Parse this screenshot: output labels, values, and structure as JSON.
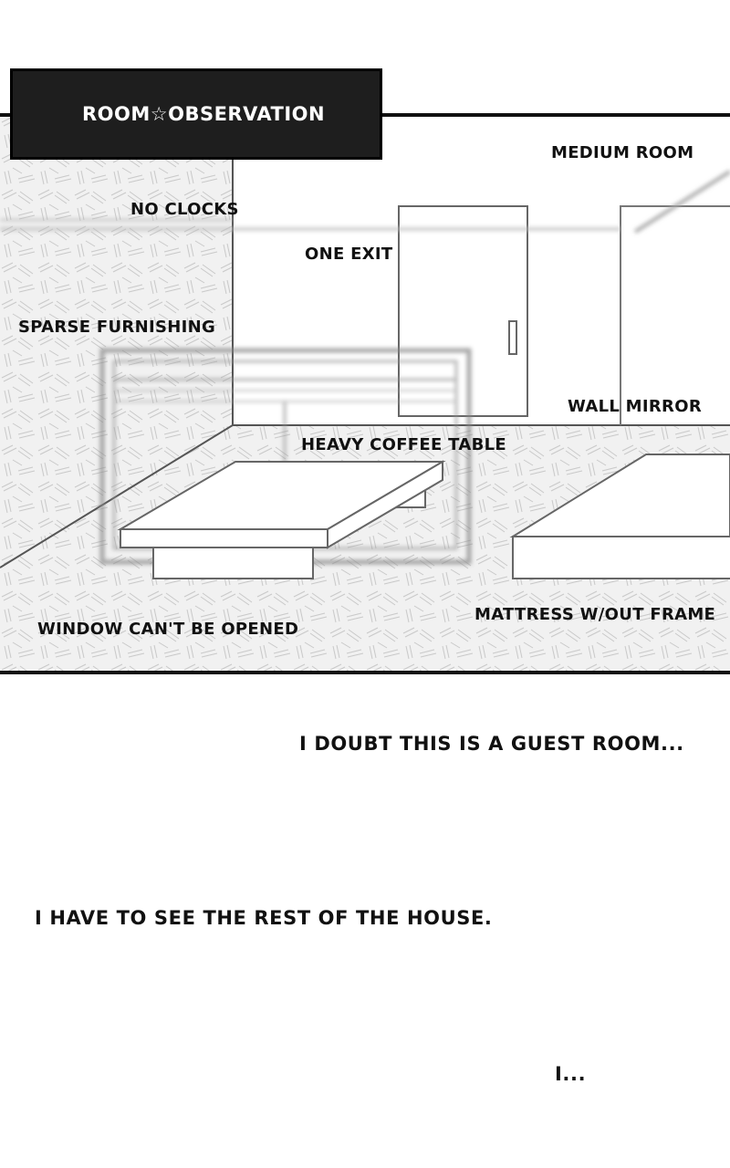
{
  "panel": {
    "title": "ROOM☆OBSERVATION",
    "labels": {
      "medium_room": "MEDIUM ROOM",
      "no_clocks": "NO CLOCKS",
      "one_exit": "ONE EXIT",
      "sparse_furnishing": "SPARSE FURNISHING",
      "wall_mirror": "WALL MIRROR",
      "heavy_coffee_table": "HEAVY COFFEE TABLE",
      "mattress": "MATTRESS W/OUT FRAME",
      "window": "WINDOW CAN'T BE OPENED"
    }
  },
  "narration": [
    "I DOUBT THIS IS A GUEST ROOM...",
    "I HAVE TO SEE THE REST OF THE HOUSE.",
    "I..."
  ],
  "colors": {
    "title_bg": "#1e1e1e",
    "title_text": "#ffffff",
    "wall_pattern": "#c8c8c8",
    "ink": "#111111"
  }
}
